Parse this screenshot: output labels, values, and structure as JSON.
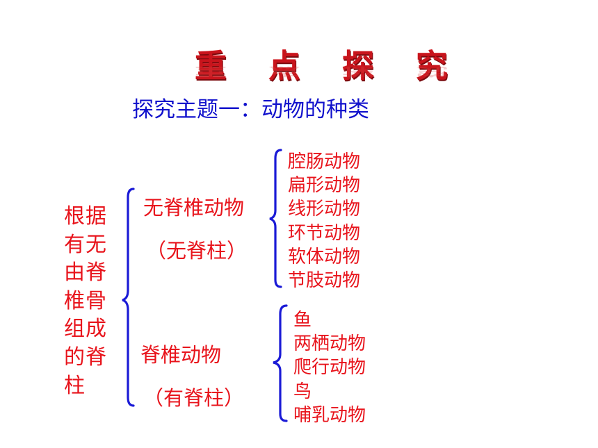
{
  "header": {
    "title": "重 点 探 究",
    "subtitle": "探究主题一：动物的种类"
  },
  "root": {
    "label_lines": [
      "根据",
      "有无",
      "由脊",
      "椎骨",
      "组成",
      "的脊",
      "柱"
    ]
  },
  "categories": [
    {
      "name": "无脊椎动物",
      "note": "（无脊柱）",
      "items": [
        "腔肠动物",
        "扁形动物",
        "线形动物",
        "环节动物",
        "软体动物",
        "节肢动物"
      ]
    },
    {
      "name": "脊椎动物",
      "note": "（有脊柱）",
      "items": [
        "鱼",
        "两栖动物",
        "爬行动物",
        "鸟",
        "哺乳动物"
      ]
    }
  ],
  "colors": {
    "title_red": "#c8141c",
    "text_red": "#e8141c",
    "subtitle_blue": "#1111cc",
    "brace_blue": "#1a1ad6"
  }
}
